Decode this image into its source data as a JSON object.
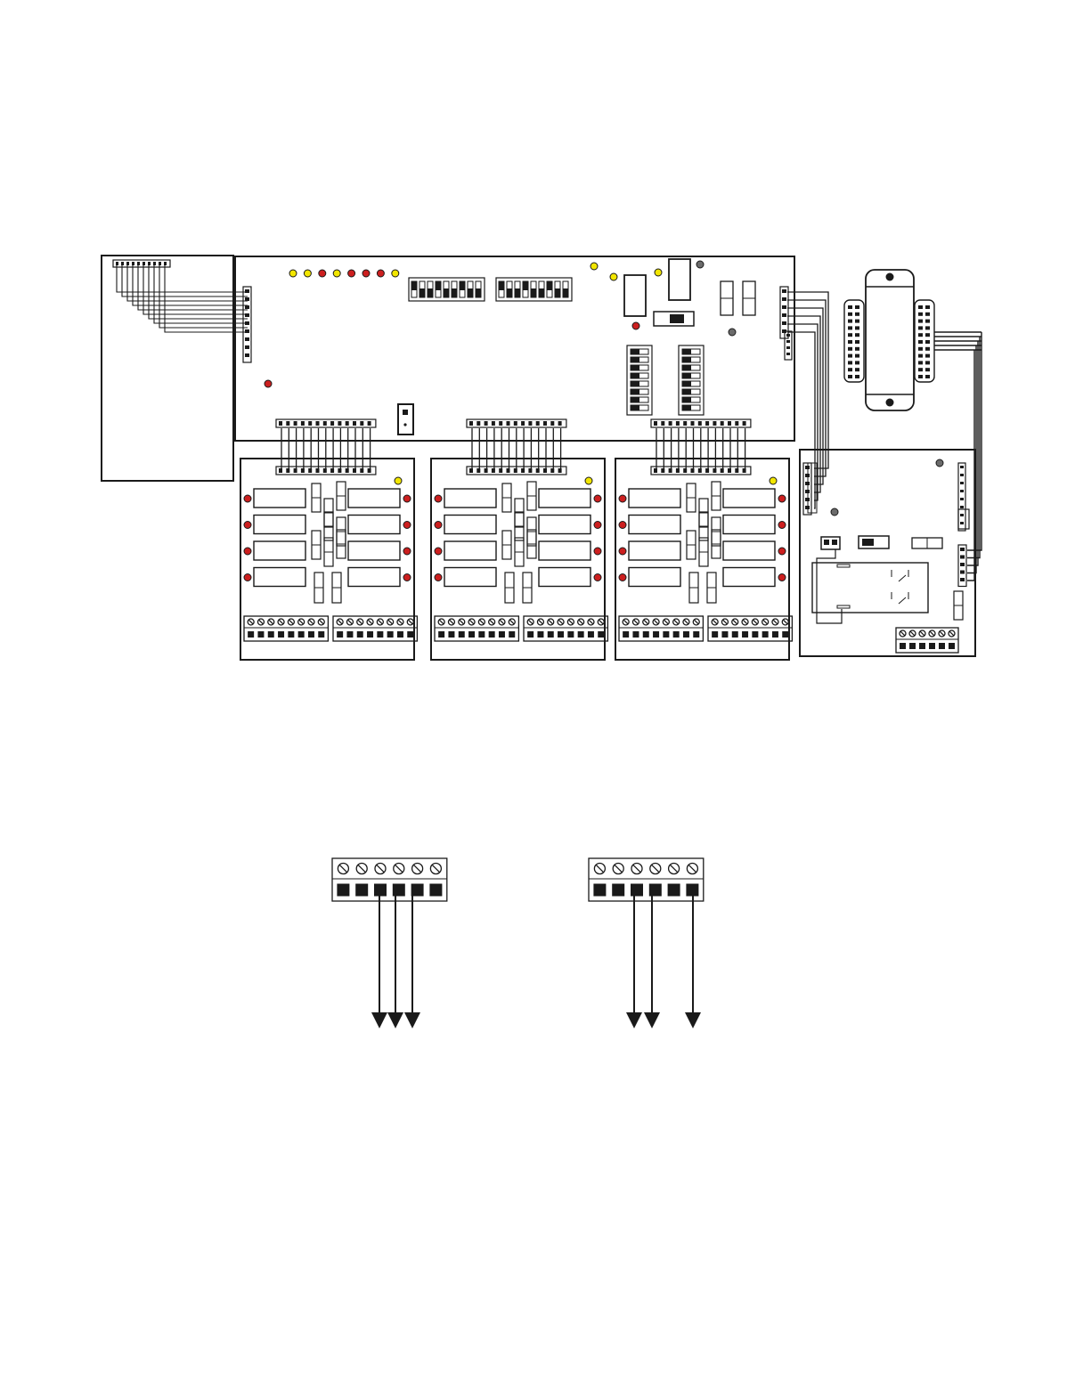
{
  "colors": {
    "line": "#1a1a1a",
    "led_red": "#cc1f1f",
    "led_yellow": "#f2e600",
    "led_gray": "#6b6b6b",
    "paper": "#ffffff"
  },
  "main_board": {
    "led_colors": [
      "yellow",
      "yellow",
      "red",
      "yellow",
      "red",
      "red",
      "red",
      "yellow"
    ]
  },
  "icons": {
    "led": "led-indicator-icon",
    "screw_terminal": "screw-terminal-icon",
    "arrow": "arrow-down-icon"
  }
}
